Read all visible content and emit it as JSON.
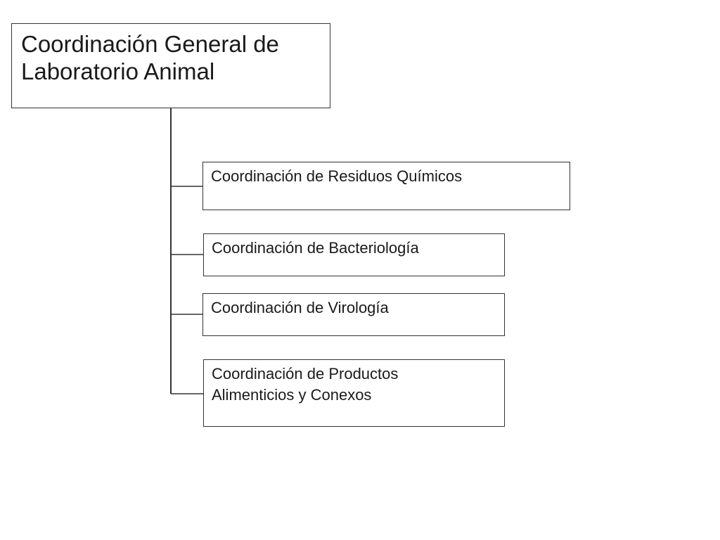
{
  "org_chart": {
    "root": {
      "label": "Coordinación General de\nLaboratorio Animal"
    },
    "children": [
      {
        "label": "Coordinación de Residuos Químicos"
      },
      {
        "label": "Coordinación de Bacteriología"
      },
      {
        "label": "Coordinación de Virología"
      },
      {
        "label": "Coordinación de Productos\nAlimenticios y Conexos"
      }
    ]
  },
  "colors": {
    "line": "#333333",
    "box_border": "#333333",
    "background": "#ffffff"
  }
}
